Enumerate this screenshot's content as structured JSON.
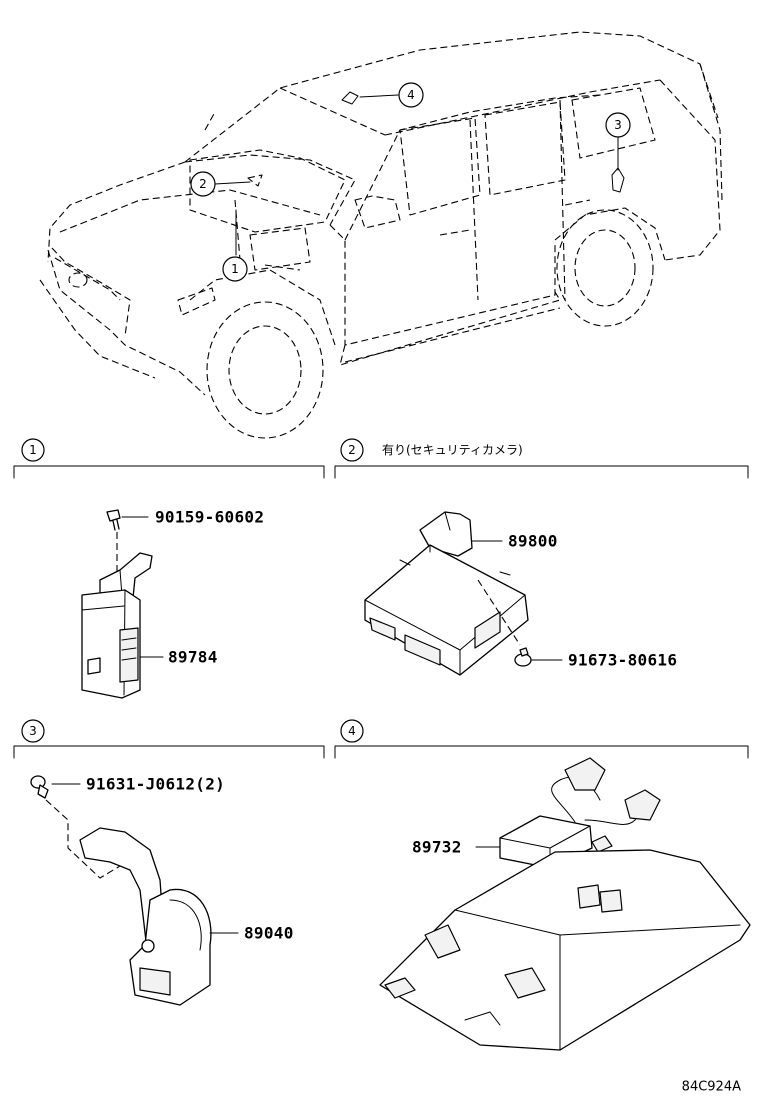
{
  "vehicle_callouts": [
    "1",
    "2",
    "3",
    "4"
  ],
  "sections": [
    {
      "number": "1",
      "note": "",
      "parts": [
        "90159-60602",
        "89784"
      ]
    },
    {
      "number": "2",
      "note": "有り(セキュリティカメラ)",
      "parts": [
        "89800",
        "91673-80616"
      ]
    },
    {
      "number": "3",
      "note": "",
      "parts": [
        "91631-J0612(2)",
        "89040"
      ]
    },
    {
      "number": "4",
      "note": "",
      "parts": [
        "89732"
      ]
    }
  ],
  "illustration_code": "84C924A"
}
